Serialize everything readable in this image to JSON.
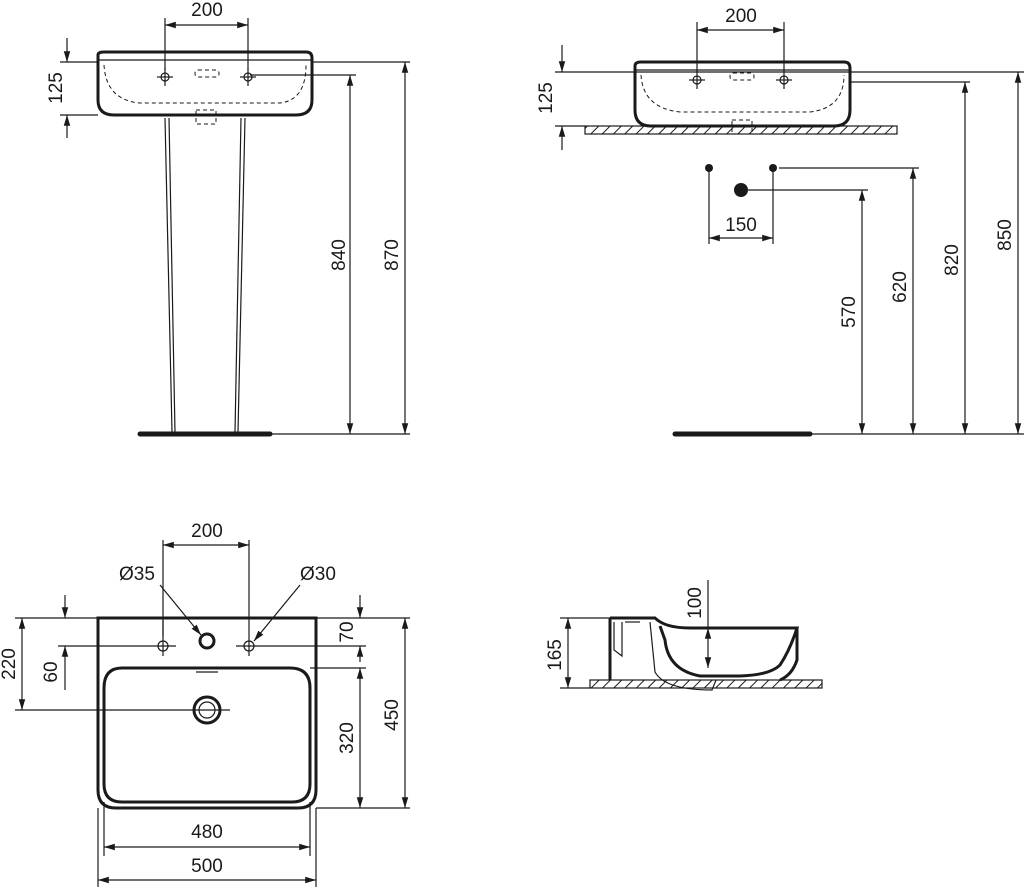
{
  "front_view": {
    "tap_spacing": "200",
    "basin_height": "125",
    "rim_height": "840",
    "overall_height": "870"
  },
  "wall_view": {
    "tap_spacing": "200",
    "basin_height": "125",
    "supply_spacing": "150",
    "waste_height": "570",
    "supply_height": "620",
    "rim_height": "820",
    "overall_height": "850"
  },
  "plan_view": {
    "tap_spacing": "200",
    "tap_hole_diameter": "Ø35",
    "side_hole_diameter": "Ø30",
    "drain_offset": "220",
    "hole_offset": "60",
    "deck_depth": "70",
    "bowl_depth": "320",
    "overall_depth": "450",
    "bowl_width": "480",
    "overall_width": "500"
  },
  "side_view": {
    "overall_height": "165",
    "bowl_depth": "100"
  }
}
